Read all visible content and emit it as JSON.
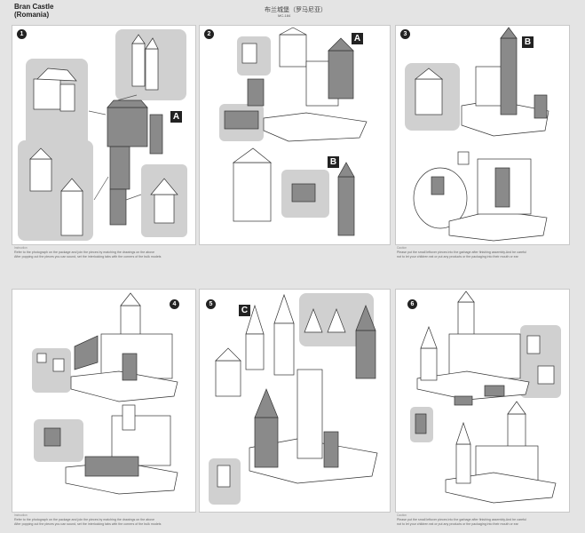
{
  "header": {
    "title_line1": "Bran Castle",
    "title_line2": "(Romania)",
    "chinese_title": "布兰城堡（罗马尼亚）",
    "model_no": "MC-184"
  },
  "steps": [
    {
      "number": "1",
      "badges": [
        "A"
      ]
    },
    {
      "number": "2",
      "badges": [
        "A",
        "B"
      ]
    },
    {
      "number": "3",
      "badges": [
        "B"
      ]
    },
    {
      "number": "4",
      "badges": []
    },
    {
      "number": "5",
      "badges": [
        "C"
      ]
    },
    {
      "number": "6",
      "badges": []
    }
  ],
  "notes": {
    "left_label": "Instruction",
    "left_line1": "Refer to the photograph on the package and join the pieces by matching the drawings on the above",
    "left_line2": "After popping out the pieces you can sound, set the interlocking tabs with the corners of the bulk models",
    "right_label": "Caution",
    "right_line1": "Please put the small leftover pieces into the garbage after finishing assembly.And be careful",
    "right_line2": "not to let your children eat or put any products or the packaging into their mouth or ear"
  }
}
